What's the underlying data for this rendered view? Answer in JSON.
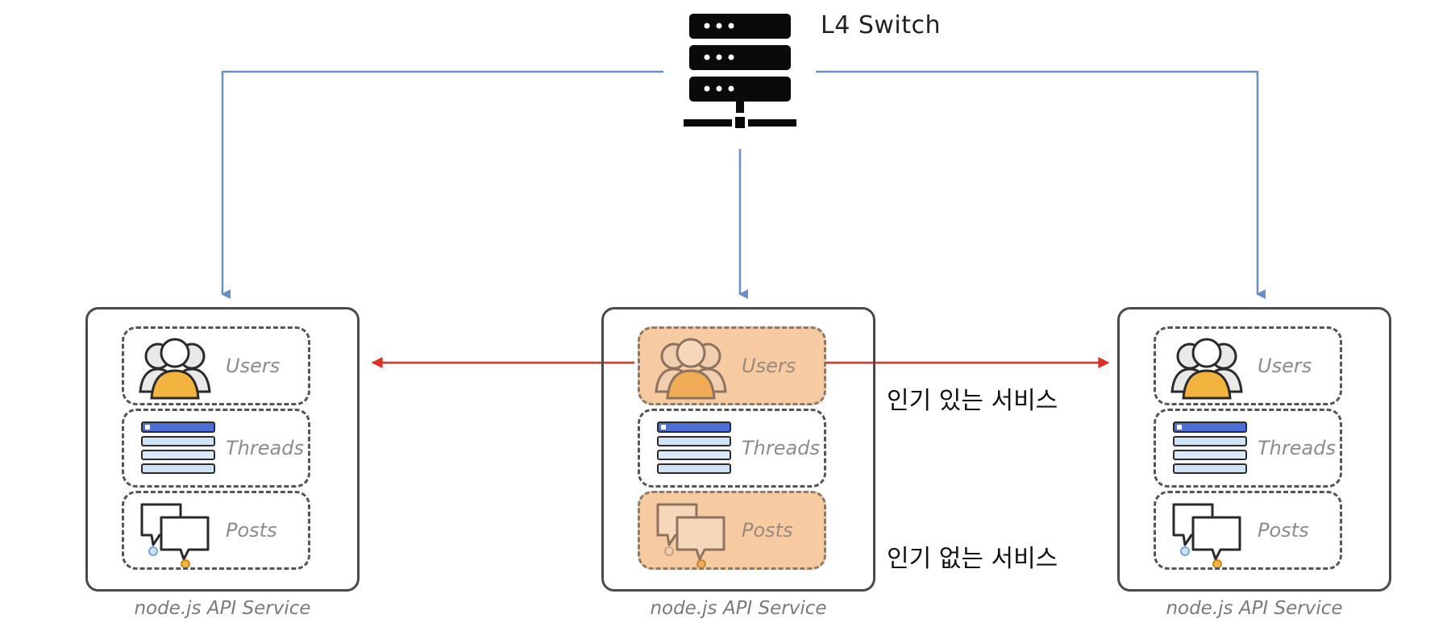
{
  "switch": {
    "label": "L4 Switch",
    "icon": "server-rack-icon"
  },
  "services": [
    {
      "caption": "node.js API Service",
      "modules": [
        {
          "label": "Users",
          "icon": "users-group-icon",
          "highlighted": false
        },
        {
          "label": "Threads",
          "icon": "threads-list-icon",
          "highlighted": false
        },
        {
          "label": "Posts",
          "icon": "chat-bubbles-icon",
          "highlighted": false
        }
      ]
    },
    {
      "caption": "node.js API Service",
      "modules": [
        {
          "label": "Users",
          "icon": "users-group-icon",
          "highlighted": true
        },
        {
          "label": "Threads",
          "icon": "threads-list-icon",
          "highlighted": false
        },
        {
          "label": "Posts",
          "icon": "chat-bubbles-icon",
          "highlighted": true
        }
      ]
    },
    {
      "caption": "node.js API Service",
      "modules": [
        {
          "label": "Users",
          "icon": "users-group-icon",
          "highlighted": false
        },
        {
          "label": "Threads",
          "icon": "threads-list-icon",
          "highlighted": false
        },
        {
          "label": "Posts",
          "icon": "chat-bubbles-icon",
          "highlighted": false
        }
      ]
    }
  ],
  "notes": {
    "popular": "인기 있는 서비스",
    "unpopular": "인기 없는 서비스"
  },
  "colors": {
    "connector": "#6b8fc4",
    "scale_arrow": "#d93025",
    "highlight": "#f6cba2",
    "box_border": "#4a4a4a"
  }
}
